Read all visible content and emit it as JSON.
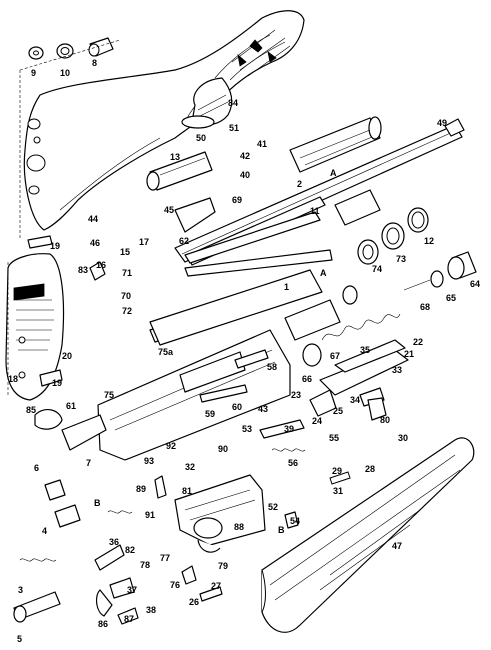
{
  "callouts": [
    {
      "id": "c9",
      "text": "9"
    },
    {
      "id": "c10",
      "text": "10"
    },
    {
      "id": "c8",
      "text": "8"
    },
    {
      "id": "c84",
      "text": "84"
    },
    {
      "id": "c50",
      "text": "50"
    },
    {
      "id": "c51",
      "text": "51"
    },
    {
      "id": "c49",
      "text": "49"
    },
    {
      "id": "c41",
      "text": "41"
    },
    {
      "id": "c42",
      "text": "42"
    },
    {
      "id": "c13",
      "text": "13"
    },
    {
      "id": "c40",
      "text": "40"
    },
    {
      "id": "c2",
      "text": "2"
    },
    {
      "id": "cA1",
      "text": "A"
    },
    {
      "id": "c69",
      "text": "69"
    },
    {
      "id": "c45",
      "text": "45"
    },
    {
      "id": "c44",
      "text": "44"
    },
    {
      "id": "c11",
      "text": "11"
    },
    {
      "id": "c62",
      "text": "62"
    },
    {
      "id": "c46",
      "text": "46"
    },
    {
      "id": "c17",
      "text": "17"
    },
    {
      "id": "c15",
      "text": "15"
    },
    {
      "id": "c12",
      "text": "12"
    },
    {
      "id": "c19a",
      "text": "19"
    },
    {
      "id": "c83",
      "text": "83"
    },
    {
      "id": "c16",
      "text": "16"
    },
    {
      "id": "c74",
      "text": "74"
    },
    {
      "id": "c73",
      "text": "73"
    },
    {
      "id": "c64",
      "text": "64"
    },
    {
      "id": "cA2",
      "text": "A"
    },
    {
      "id": "c71",
      "text": "71"
    },
    {
      "id": "c1",
      "text": "1"
    },
    {
      "id": "c70",
      "text": "70"
    },
    {
      "id": "c72",
      "text": "72"
    },
    {
      "id": "c65",
      "text": "65"
    },
    {
      "id": "c68",
      "text": "68"
    },
    {
      "id": "c22",
      "text": "22"
    },
    {
      "id": "c75a",
      "text": "75a"
    },
    {
      "id": "c21",
      "text": "21"
    },
    {
      "id": "c20",
      "text": "20"
    },
    {
      "id": "c67",
      "text": "67"
    },
    {
      "id": "c35",
      "text": "35"
    },
    {
      "id": "c18",
      "text": "18"
    },
    {
      "id": "c66",
      "text": "66"
    },
    {
      "id": "c33",
      "text": "33"
    },
    {
      "id": "c58",
      "text": "58"
    },
    {
      "id": "c19b",
      "text": "19"
    },
    {
      "id": "c61",
      "text": "61"
    },
    {
      "id": "c75",
      "text": "75"
    },
    {
      "id": "c23",
      "text": "23"
    },
    {
      "id": "c34",
      "text": "34"
    },
    {
      "id": "c60",
      "text": "60"
    },
    {
      "id": "c59",
      "text": "59"
    },
    {
      "id": "c43",
      "text": "43"
    },
    {
      "id": "c25",
      "text": "25"
    },
    {
      "id": "c85",
      "text": "85"
    },
    {
      "id": "c80",
      "text": "80"
    },
    {
      "id": "c24",
      "text": "24"
    },
    {
      "id": "c53",
      "text": "53"
    },
    {
      "id": "c39",
      "text": "39"
    },
    {
      "id": "c55",
      "text": "55"
    },
    {
      "id": "c30",
      "text": "30"
    },
    {
      "id": "c90",
      "text": "90"
    },
    {
      "id": "c92",
      "text": "92"
    },
    {
      "id": "c93",
      "text": "93"
    },
    {
      "id": "c6",
      "text": "6"
    },
    {
      "id": "c7",
      "text": "7"
    },
    {
      "id": "c56",
      "text": "56"
    },
    {
      "id": "c28",
      "text": "28"
    },
    {
      "id": "c32",
      "text": "32"
    },
    {
      "id": "c29",
      "text": "29"
    },
    {
      "id": "c89",
      "text": "89"
    },
    {
      "id": "c81",
      "text": "81"
    },
    {
      "id": "c31",
      "text": "31"
    },
    {
      "id": "cB1",
      "text": "B"
    },
    {
      "id": "c4",
      "text": "4"
    },
    {
      "id": "c91",
      "text": "91"
    },
    {
      "id": "c52",
      "text": "52"
    },
    {
      "id": "c54",
      "text": "54"
    },
    {
      "id": "c88",
      "text": "88"
    },
    {
      "id": "cB2",
      "text": "B"
    },
    {
      "id": "c47",
      "text": "47"
    },
    {
      "id": "c36",
      "text": "36"
    },
    {
      "id": "c82",
      "text": "82"
    },
    {
      "id": "c77",
      "text": "77"
    },
    {
      "id": "c78",
      "text": "78"
    },
    {
      "id": "c79",
      "text": "79"
    },
    {
      "id": "c76",
      "text": "76"
    },
    {
      "id": "c3",
      "text": "3"
    },
    {
      "id": "c37",
      "text": "37"
    },
    {
      "id": "c27",
      "text": "27"
    },
    {
      "id": "c26",
      "text": "26"
    },
    {
      "id": "c38",
      "text": "38"
    },
    {
      "id": "c86",
      "text": "86"
    },
    {
      "id": "c87",
      "text": "87"
    },
    {
      "id": "c5",
      "text": "5"
    }
  ],
  "icons": {
    "buttstock": "buttstock-icon",
    "recoil-pad": "recoil-pad-icon",
    "barrel": "barrel-icon",
    "receiver": "receiver-icon",
    "forearm": "forearm-icon",
    "trigger-group": "trigger-group-icon"
  }
}
